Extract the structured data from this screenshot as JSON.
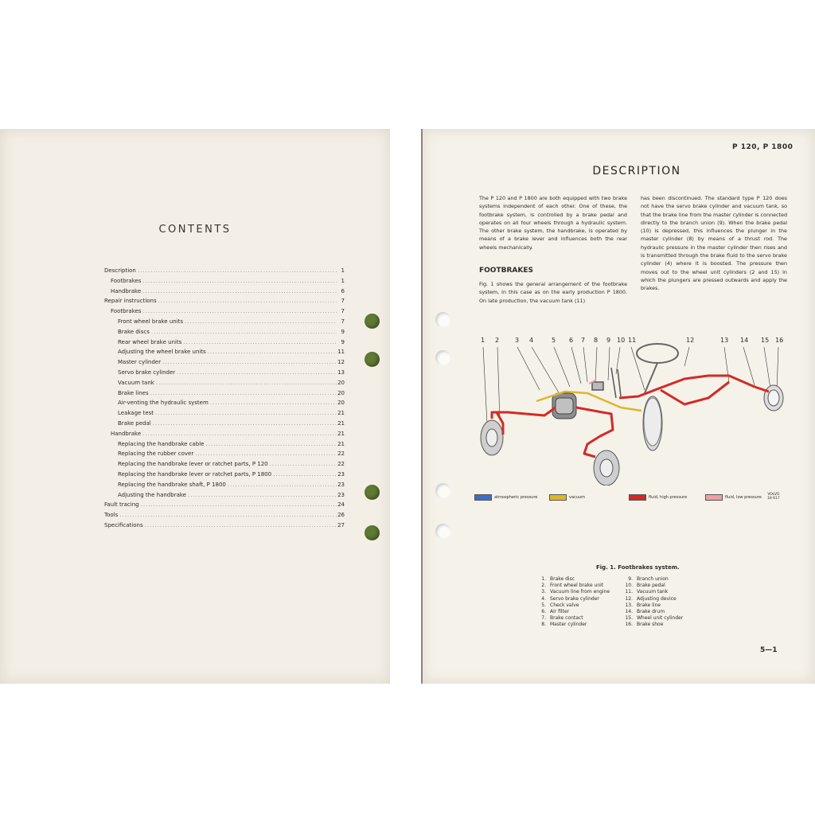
{
  "left_page": {
    "title": "CONTENTS",
    "toc": [
      {
        "label": "Description",
        "page": "1",
        "indent": 0
      },
      {
        "label": "Footbrakes",
        "page": "1",
        "indent": 1
      },
      {
        "label": "Handbrake",
        "page": "6",
        "indent": 1
      },
      {
        "label": "Repair instructions",
        "page": "7",
        "indent": 0
      },
      {
        "label": "Footbrakes",
        "page": "7",
        "indent": 1
      },
      {
        "label": "Front wheel brake units",
        "page": "7",
        "indent": 2
      },
      {
        "label": "Brake discs",
        "page": "9",
        "indent": 2
      },
      {
        "label": "Rear wheel brake units",
        "page": "9",
        "indent": 2
      },
      {
        "label": "Adjusting the wheel brake units",
        "page": "11",
        "indent": 2
      },
      {
        "label": "Master cylinder",
        "page": "12",
        "indent": 2
      },
      {
        "label": "Servo brake cylinder",
        "page": "13",
        "indent": 2
      },
      {
        "label": "Vacuum tank",
        "page": "20",
        "indent": 2
      },
      {
        "label": "Brake lines",
        "page": "20",
        "indent": 2
      },
      {
        "label": "Air-venting the hydraulic system",
        "page": "20",
        "indent": 2
      },
      {
        "label": "Leakage test",
        "page": "21",
        "indent": 2
      },
      {
        "label": "Brake pedal",
        "page": "21",
        "indent": 2
      },
      {
        "label": "Handbrake",
        "page": "21",
        "indent": 1
      },
      {
        "label": "Replacing the handbrake cable",
        "page": "21",
        "indent": 2
      },
      {
        "label": "Replacing the rubber cover",
        "page": "22",
        "indent": 2
      },
      {
        "label": "Replacing the handbrake lever or ratchet parts, P 120",
        "page": "22",
        "indent": 2
      },
      {
        "label": "Replacing the handbrake lever or ratchet parts, P 1800",
        "page": "23",
        "indent": 2
      },
      {
        "label": "Replacing the handbrake shaft, P 1800",
        "page": "23",
        "indent": 2
      },
      {
        "label": "Adjusting the handbrake",
        "page": "23",
        "indent": 2
      },
      {
        "label": "Fault tracing",
        "page": "24",
        "indent": 0
      },
      {
        "label": "Tools",
        "page": "26",
        "indent": 0
      },
      {
        "label": "Specifications",
        "page": "27",
        "indent": 0
      }
    ]
  },
  "right_page": {
    "header_code": "P 120, P 1800",
    "title": "DESCRIPTION",
    "intro_paragraph": "The P 120 and P 1800 are both equipped with two brake systems independent of each other. One of these, the footbrake system, is controlled by a brake pedal and operates on all four wheels through a hydraulic system. The other brake system, the handbrake, is operated by means of a brake lever and influences both the rear wheels mechanically.",
    "section_heading": "FOOTBRAKES",
    "footbrakes_paragraph": "Fig. 1 shows the general arrangement of the footbrake system, in this case as on the early production P 1800. On late production, the vacuum tank (11)",
    "right_column_paragraph": "has been discontinued. The standard type P 120 does not have the servo brake cylinder and vacuum tank, so that the brake line from the master cylinder is connected directly to the branch union (9). When the brake pedal (10) is depressed, this influences the plunger in the master cylinder (8) by means of a thrust rod. The hydraulic pressure in the master cylinder then rises and is transmitted through the brake fluid to the servo brake cylinder (4) where it is boosted. The pressure then moves out to the wheel unit cylinders (2 and 15) in which the plungers are pressed outwards and apply the brakes.",
    "diagram_callouts": [
      "1",
      "2",
      "3",
      "4",
      "5",
      "6",
      "7",
      "8",
      "9",
      "10",
      "11",
      "12",
      "13",
      "14",
      "15",
      "16"
    ],
    "legend": [
      {
        "label": "atmospheric pressure",
        "color": "#3b6fc8"
      },
      {
        "label": "vacuum",
        "color": "#e0b52a"
      },
      {
        "label": "fluid, high pressure",
        "color": "#d42a24"
      },
      {
        "label": "fluid, low pressure",
        "color": "#ef9ea6"
      }
    ],
    "figure_code": "VOLVO\n18 617",
    "figure_caption": "Fig. 1.   Footbrakes system.",
    "parts_left": [
      {
        "num": "1.",
        "name": "Brake disc"
      },
      {
        "num": "2.",
        "name": "Front wheel brake unit"
      },
      {
        "num": "3.",
        "name": "Vacuum line from engine"
      },
      {
        "num": "4.",
        "name": "Servo brake cylinder"
      },
      {
        "num": "5.",
        "name": "Check valve"
      },
      {
        "num": "6.",
        "name": "Air filter"
      },
      {
        "num": "7.",
        "name": "Brake contact"
      },
      {
        "num": "8.",
        "name": "Master cylinder"
      }
    ],
    "parts_right": [
      {
        "num": "9.",
        "name": "Branch union"
      },
      {
        "num": "10.",
        "name": "Brake pedal"
      },
      {
        "num": "11.",
        "name": "Vacuum tank"
      },
      {
        "num": "12.",
        "name": "Adjusting device"
      },
      {
        "num": "13.",
        "name": "Brake line"
      },
      {
        "num": "14.",
        "name": "Brake drum"
      },
      {
        "num": "15.",
        "name": "Wheel unit cylinder"
      },
      {
        "num": "16.",
        "name": "Brake shoe"
      }
    ],
    "page_number": "5—1"
  }
}
